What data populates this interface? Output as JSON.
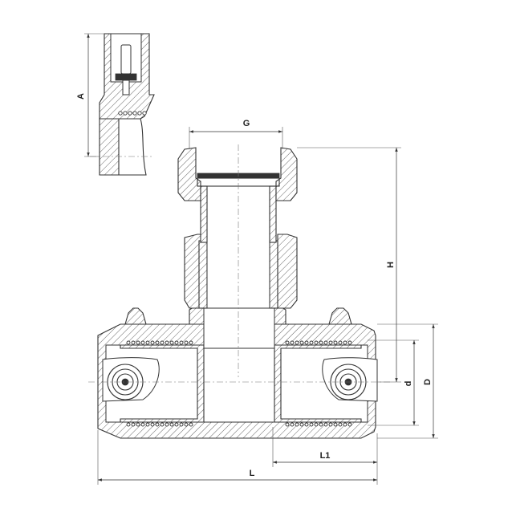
{
  "dimensions": {
    "A": "A",
    "G": "G",
    "H": "H",
    "d": "d",
    "D": "D",
    "L1": "L1",
    "L": "L"
  },
  "colors": {
    "line": "#333333",
    "hatch": "#555555",
    "background": "#ffffff"
  }
}
